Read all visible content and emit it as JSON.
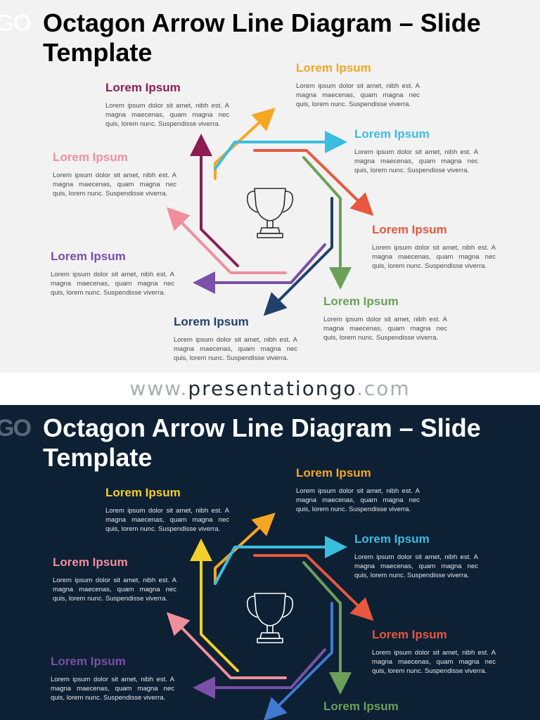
{
  "slide_title": "Octagon Arrow Line Diagram – Slide Template",
  "logo_text": "GO",
  "brand": {
    "prefix": "www.",
    "name": "presentationgo",
    "suffix": ".com"
  },
  "items": [
    {
      "id": "orange",
      "title": "Lorem Ipsum",
      "body": "Lorem ipsum dolor sit amet, nibh est. A magna maecenas, quam magna nec quis, lorem nunc. Suspendisse viverra.",
      "color": "#f5a623"
    },
    {
      "id": "cyan",
      "title": "Lorem Ipsum",
      "body": "Lorem ipsum dolor sit amet, nibh est. A magna maecenas, quam magna nec quis, lorem nunc. Suspendisse viverra.",
      "color": "#3bbde0"
    },
    {
      "id": "red",
      "title": "Lorem Ipsum",
      "body": "Lorem ipsum dolor sit amet, nibh est. A magna maecenas, quam magna nec quis, lorem nunc. Suspendisse viverra.",
      "color": "#e8573e"
    },
    {
      "id": "green",
      "title": "Lorem Ipsum",
      "body": "Lorem ipsum dolor sit amet, nibh est. A magna maecenas, quam magna nec quis, lorem nunc. Suspendisse viverra.",
      "color": "#6ba05a"
    },
    {
      "id": "navy",
      "title": "Lorem Ipsum",
      "body": "Lorem ipsum dolor sit amet, nibh est. A magna maecenas, quam magna nec quis, lorem nunc. Suspendisse viverra.",
      "color_light": "#22406a",
      "color_dark": "#3f7ad0"
    },
    {
      "id": "purple",
      "title": "Lorem Ipsum",
      "body": "Lorem ipsum dolor sit amet, nibh est. A magna maecenas, quam magna nec quis, lorem nunc. Suspendisse viverra.",
      "color": "#7a50a8"
    },
    {
      "id": "pink",
      "title": "Lorem Ipsum",
      "body": "Lorem ipsum dolor sit amet, nibh est. A magna maecenas, quam magna nec quis, lorem nunc. Suspendisse viverra.",
      "color": "#f08f9c"
    },
    {
      "id": "top-left",
      "title": "Lorem Ipsum",
      "body": "Lorem ipsum dolor sit amet, nibh est. A magna maecenas, quam magna nec quis, lorem nunc. Suspendisse viverra.",
      "color_light": "#8c1d52",
      "color_dark": "#f4d02a"
    }
  ],
  "center_icon": "trophy-icon"
}
